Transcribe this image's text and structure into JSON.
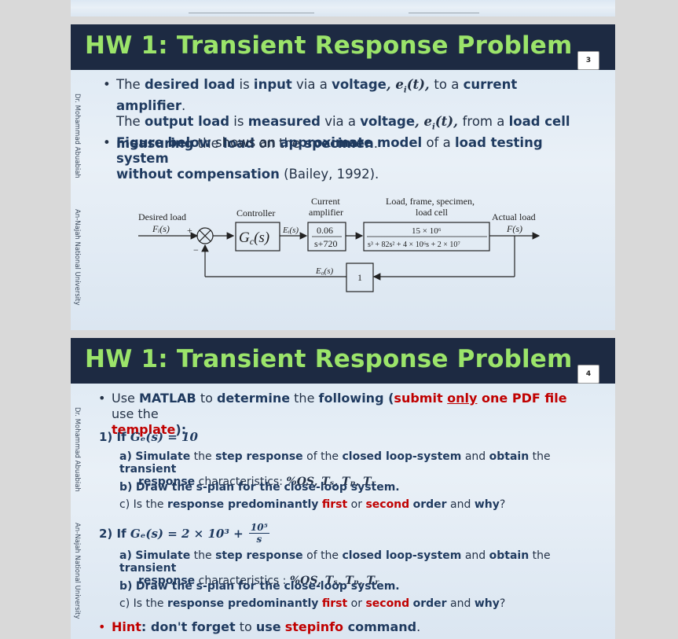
{
  "slide3": {
    "title": "HW 1: Transient Response Problem",
    "page_number": "3",
    "side_author": "Dr. Mohammad Abuabiah",
    "side_university": "An-Najah National University",
    "bullet1": {
      "p1": "The ",
      "k1": "desired load",
      "p2": " is ",
      "k2": "input",
      "p3": " via a ",
      "k3": "voltage",
      "m1": ", e",
      "sub1": "i",
      "m1b": "(t), ",
      "p4": "to a ",
      "k4": "current amplifier",
      "p5": ".",
      "p6": "The ",
      "k5": "output load",
      "p7": " is ",
      "k6": "measured",
      "p8": " via a ",
      "k7": "voltage",
      "m2": ", e",
      "sub2": "i",
      "m2b": "(t), ",
      "p9": "from a ",
      "k8": "load cell",
      "k9": "measuring",
      "p10": " the ",
      "k10": "load",
      "p11": " on the ",
      "k11": "specimen",
      "p12": "."
    },
    "bullet2": {
      "k1": "Figure below",
      "p1": " shows an ",
      "k2": "approximate model",
      "p2": " of a ",
      "k3": "load testing system",
      "k4": "without compensation",
      "p3": " (Bailey, 1992)."
    },
    "diagram": {
      "desired_load": "Desired load",
      "fi": "Fᵢ(s)",
      "plus": "+",
      "minus": "−",
      "controller": "Controller",
      "gc": "G",
      "gc_sub": "c",
      "gc_end": "(s)",
      "ei": "Eᵢ(s)",
      "amp_label1": "Current",
      "amp_label2": "amplifier",
      "amp_num": "0.06",
      "amp_den": "s+720",
      "load_label1": "Load, frame, specimen,",
      "load_label2": "load cell",
      "load_num": "15 × 10⁶",
      "load_den": "s³ + 82s² + 4 × 10⁶s + 2 × 10⁷",
      "actual_load": "Actual load",
      "fs": "F(s)",
      "eo": "E₀(s)",
      "fb_gain": "1"
    }
  },
  "slide4": {
    "title": "HW 1: Transient Response Problem",
    "page_number": "4",
    "side_author": "Dr. Mohammad Abuabiah",
    "side_university": "An-Najah National University",
    "intro": {
      "p1": "Use ",
      "k1": "MATLAB",
      "p2": " to ",
      "k2": "determine",
      "p3": " the ",
      "k3": "following",
      "r0": " (",
      "r1": "submit ",
      "r2": "only",
      "r3": " one PDF file",
      "p4": " use the",
      "r4": "template",
      "r5": "):"
    },
    "q1": {
      "num": "1)",
      "cond_if": "If ",
      "cond": "Gₑ(s) = 10"
    },
    "q1a": {
      "label": "a)",
      "k1": "Simulate",
      "p1": " the ",
      "k2": "step response",
      "p2": " of the ",
      "k3": "closed loop-system",
      "p3": " and ",
      "k4": "obtain",
      "p4": " the ",
      "k5": "transient",
      "k6": "response",
      "p5": " characteristics: ",
      "m": "%OS, Tₛ, Tₚ, Tᵣ"
    },
    "q1b": {
      "label": "b)",
      "text": "Draw the s-plan for the close-loop system."
    },
    "q1c": {
      "label": "c)",
      "p1": "Is the ",
      "k1": "response predominantly",
      "p2": " ",
      "r1": "first",
      "p3": " or ",
      "r2": "second",
      "p4": " ",
      "k2": "order",
      "p5": " and ",
      "k3": "why",
      "p6": "?"
    },
    "q2": {
      "num": "2)",
      "cond_if": "If ",
      "cond_a": "Gₑ(s) = 2 × 10³ + ",
      "frac_num": "10⁵",
      "frac_den": "s"
    },
    "q2a": {
      "label": "a)",
      "k1": "Simulate",
      "p1": " the ",
      "k2": "step response",
      "p2": " of the ",
      "k3": "closed loop-system",
      "p3": " and ",
      "k4": "obtain",
      "p4": " the ",
      "k5": "transient",
      "k6": "response",
      "p5": " characteristics : ",
      "m": "%OS, Tₛ, Tₚ, Tᵣ"
    },
    "q2b": {
      "label": "b)",
      "text": "Draw the s-plan for the close-loop system."
    },
    "q2c": {
      "label": "c)",
      "p1": "Is the ",
      "k1": "response predominantly",
      "p2": " ",
      "r1": "first",
      "p3": " or ",
      "r2": "second",
      "p4": " ",
      "k2": "order",
      "p5": " and ",
      "k3": "why",
      "p6": "?"
    },
    "hint": {
      "r1": "Hint",
      "k1": ": don't forget",
      "p1": " to ",
      "k2": "use",
      "p2": " ",
      "r2": "stepinfo",
      "k3": " command",
      "p3": "."
    }
  }
}
